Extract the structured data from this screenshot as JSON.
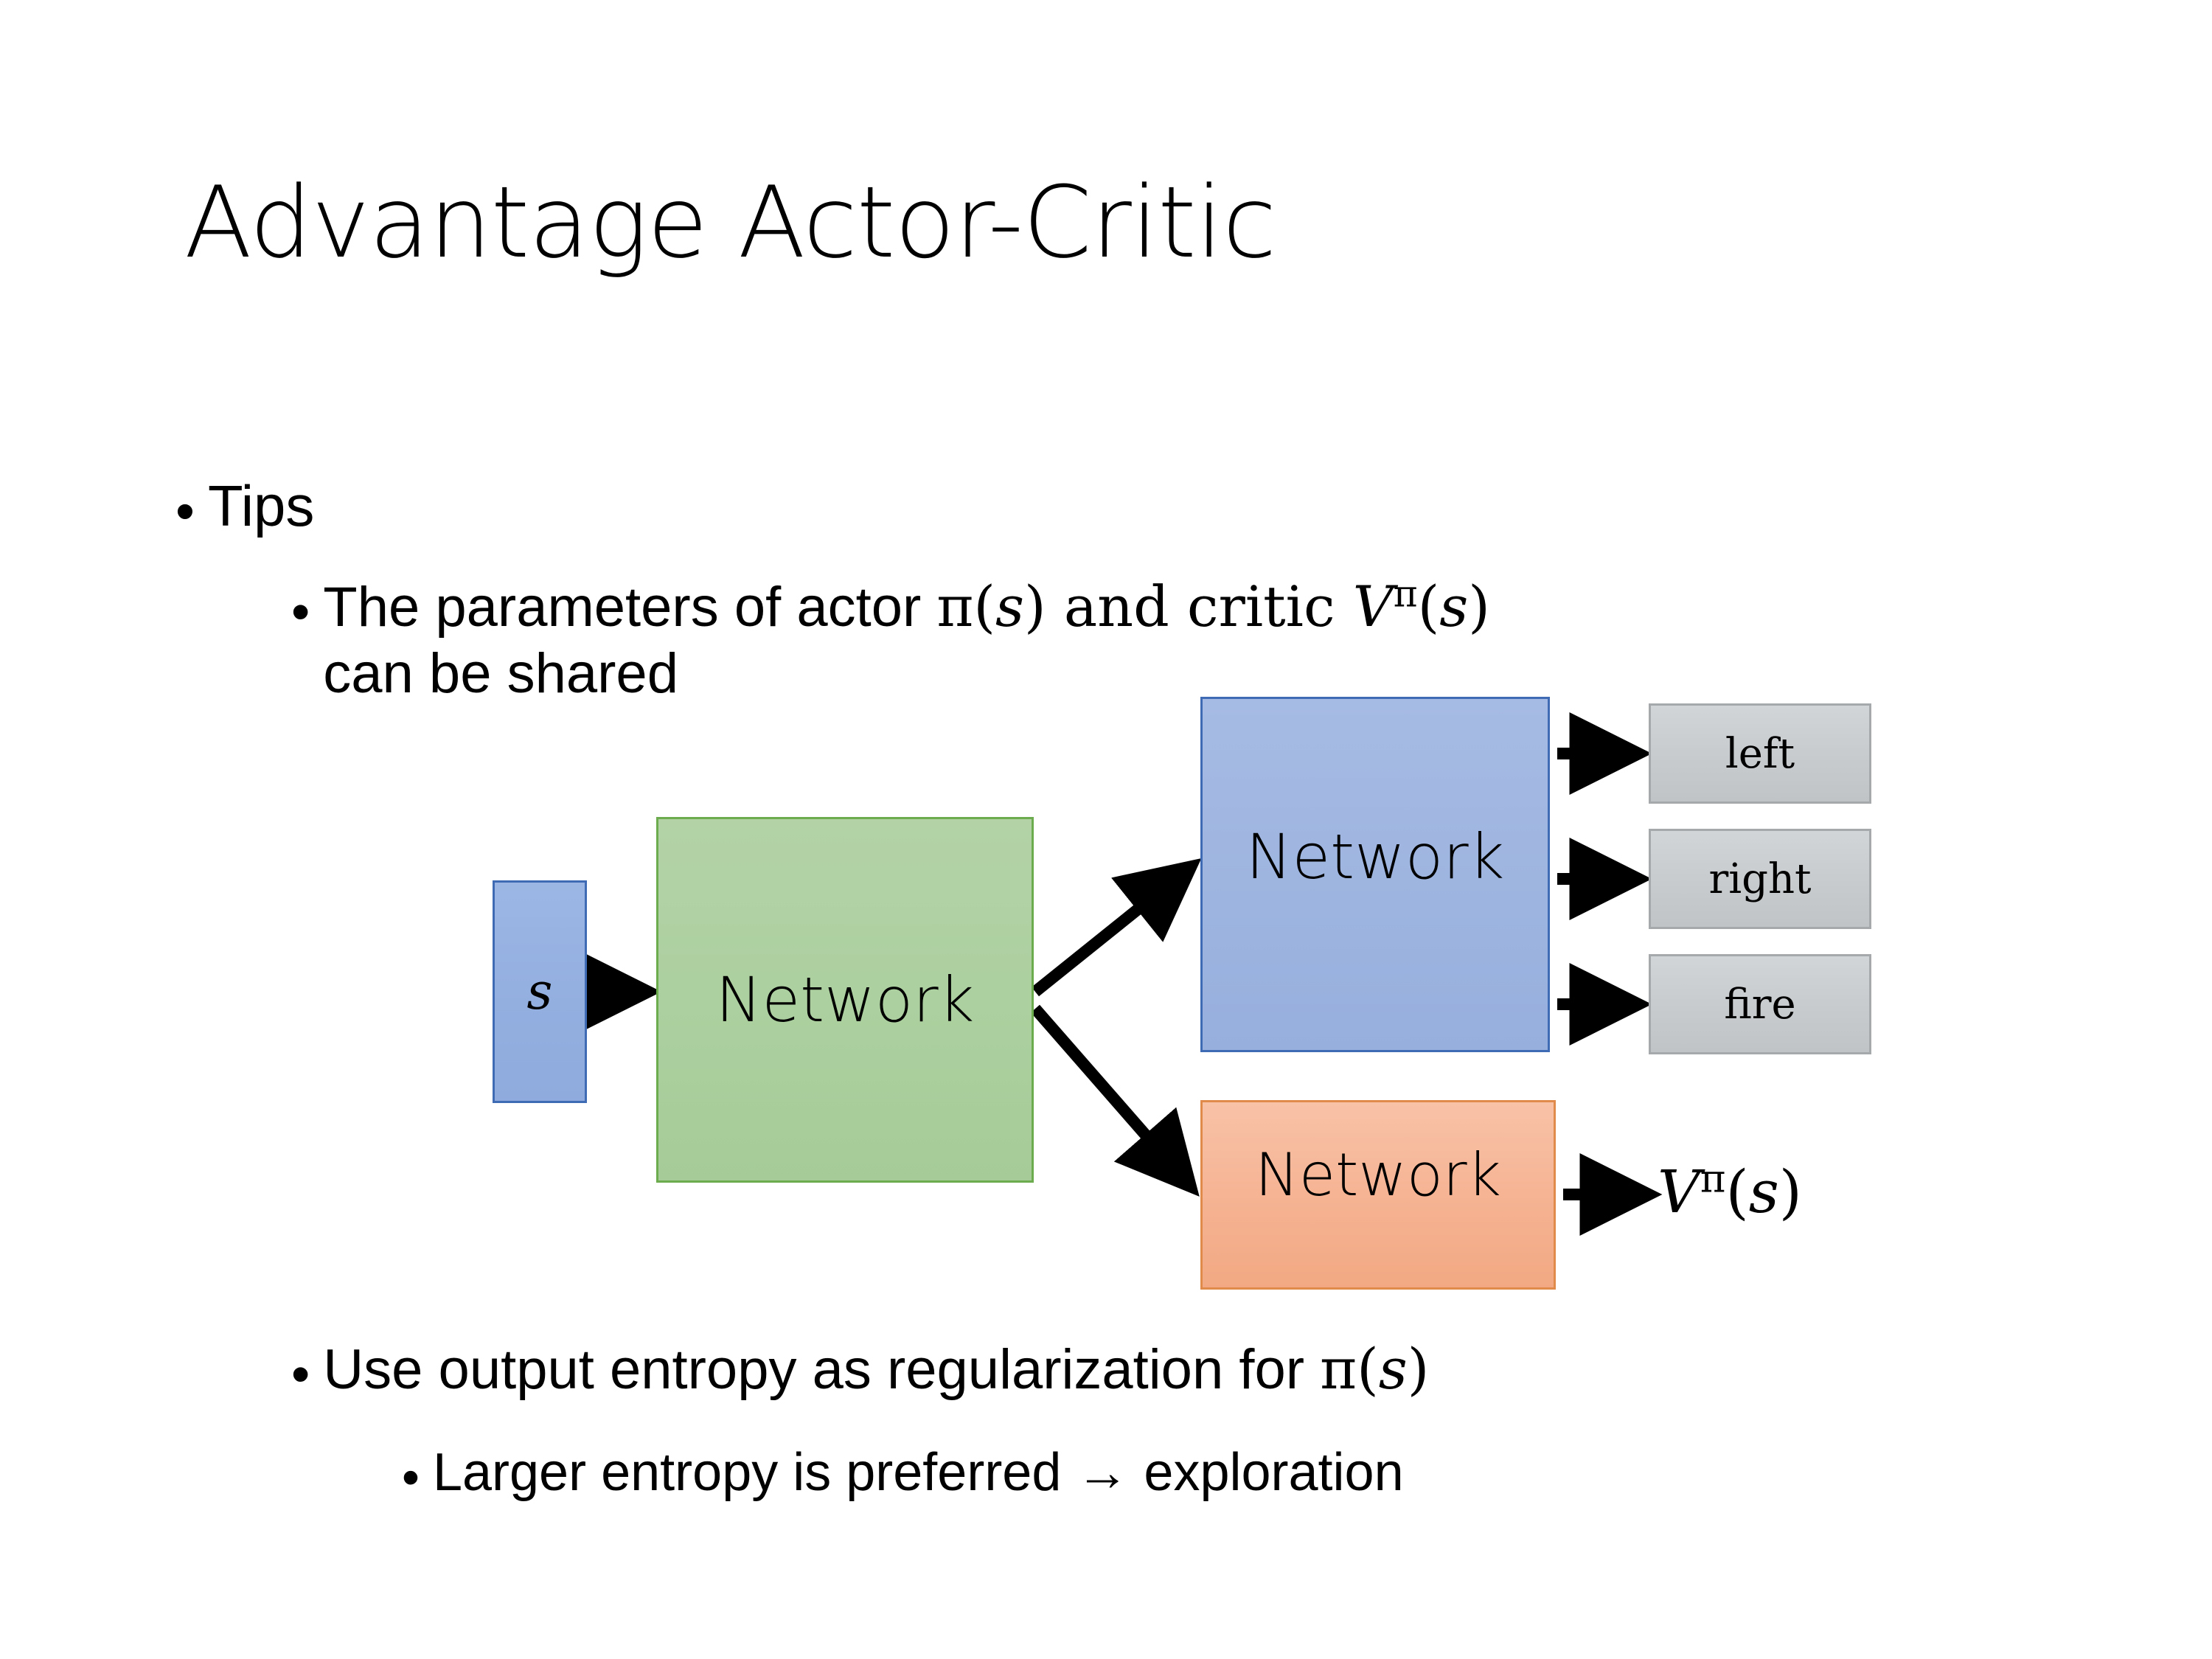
{
  "slide": {
    "title": "Advantage Actor-Critic",
    "background_color": "#ffffff"
  },
  "bullets": [
    {
      "level": 1,
      "marker": "•",
      "text": "Tips"
    },
    {
      "level": 2,
      "marker": "•",
      "text_parts": {
        "a": "The parameters of actor ",
        "pi": "π",
        "b": "(",
        "s1": "s",
        "c": ")  and critic ",
        "V": "V",
        "sup": "π",
        "d": "(",
        "s2": "s",
        "e": ")",
        "f": "can be shared"
      },
      "plain": "The parameters of actor π(s)  and critic Vπ(s) can be shared"
    },
    {
      "level": 2,
      "marker": "•",
      "text_parts": {
        "a": "Use output entropy as regularization for ",
        "pi": "π",
        "b": "(",
        "s1": "s",
        "c": ")"
      },
      "plain": "Use output entropy as regularization for π(s)"
    },
    {
      "level": 3,
      "marker": "•",
      "plain": "Larger entropy is preferred → exploration"
    }
  ],
  "diagram": {
    "input_box": {
      "label": "s",
      "fill": "#93afe0",
      "border": "#3f6bb5"
    },
    "shared_box": {
      "label": "Network",
      "fill": "#abcf9e",
      "border": "#6cab4e"
    },
    "actor_box": {
      "label": "Network",
      "fill": "#9db4e0",
      "border": "#3f6bb5"
    },
    "critic_box": {
      "label": "Network",
      "fill": "#f5b190",
      "border": "#e08a4b"
    },
    "action_outputs": [
      {
        "label": "left",
        "fill": "#c8ccce",
        "border": "#a5a9ab"
      },
      {
        "label": "right",
        "fill": "#c8ccce",
        "border": "#a5a9ab"
      },
      {
        "label": "fire",
        "fill": "#c8ccce",
        "border": "#a5a9ab"
      }
    ],
    "value_output": {
      "V": "V",
      "sup": "π",
      "open": "(",
      "s": "s",
      "close": ")",
      "plain": "Vπ(s)"
    },
    "arrow_color": "#000000"
  }
}
